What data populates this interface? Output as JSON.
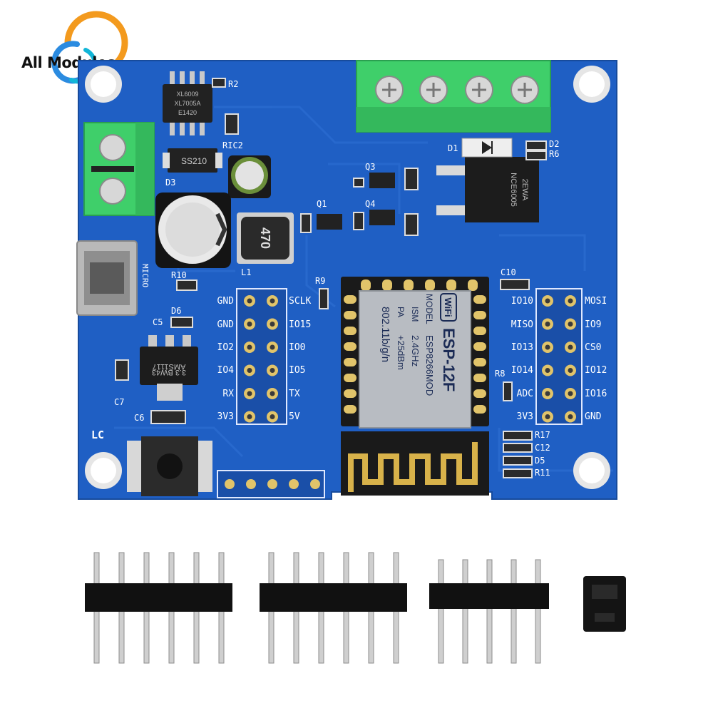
{
  "logo": {
    "text": "All Modules"
  },
  "colors": {
    "pcb": "#1f5fc4",
    "pcb_dark": "#17479a",
    "terminal": "#3fcf6a",
    "module_shield": "#b8bcc2",
    "antenna": "#d8b24a",
    "header_plastic": "#111111",
    "pin_metal": "#c9c9c9"
  },
  "board": {
    "ics": {
      "top_ic": "XL6009",
      "top_ic_line2": "XL7005A",
      "top_ic_line3": "E1420",
      "schottky": "SS210",
      "inductor": "470",
      "regulator": "AMS1117",
      "regulator_line2": "3.3 BW43",
      "mosfet": "NCE6005",
      "mosfet_line2": "2EWA"
    },
    "refdes": {
      "r2": "R2",
      "ric2": "RIC2",
      "d3": "D3",
      "l1": "L1",
      "r10": "R10",
      "d6": "D6",
      "c5": "C5",
      "c7": "C7",
      "c6": "C6",
      "lc": "LC",
      "micro": "MICRO",
      "q3": "Q3",
      "q1": "Q1",
      "q4": "Q4",
      "d1": "D1",
      "d2": "D2",
      "r6": "R6",
      "r9": "R9",
      "c10": "C10",
      "r8": "R8",
      "r17": "R17",
      "c12": "C12",
      "d5": "D5",
      "r11": "R11"
    },
    "left_header": {
      "left_labels": [
        "GND",
        "GND",
        "IO2",
        "IO4",
        "RX",
        "3V3"
      ],
      "right_labels": [
        "SCLK",
        "IO15",
        "IO0",
        "IO5",
        "TX",
        "5V"
      ]
    },
    "right_header": {
      "left_labels": [
        "IO10",
        "MISO",
        "IO13",
        "IO14",
        "ADC",
        "3V3"
      ],
      "right_labels": [
        "MOSI",
        "IO9",
        "CS0",
        "IO12",
        "IO16",
        "GND"
      ]
    },
    "module": {
      "wifi": "WiFi",
      "name": "ESP-12F",
      "model": "MODEL",
      "model_value": "ESP8266MOD",
      "ism": "ISM",
      "ism_value": "2.4GHz",
      "pa": "PA",
      "pa_value": "+25dBm",
      "standard": "802.11b/g/n"
    }
  },
  "accessories": {
    "header_6pin_count": 2,
    "header_5pin_count": 1,
    "jumper_count": 1
  }
}
